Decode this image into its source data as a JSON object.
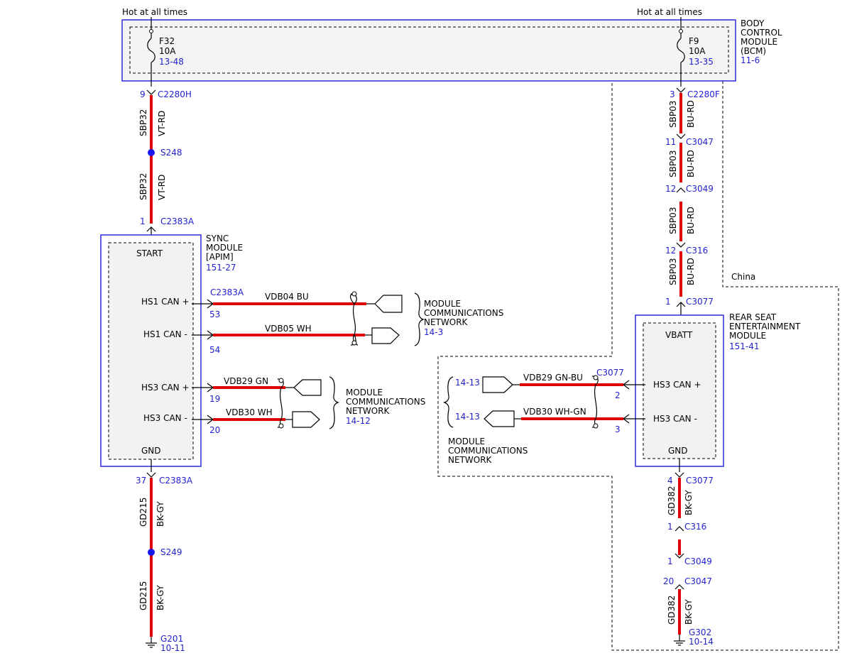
{
  "power": {
    "hot_left": "Hot at all times",
    "hot_right": "Hot at all times"
  },
  "bcm": {
    "label": [
      "BODY",
      "CONTROL",
      "MODULE",
      "(BCM)"
    ],
    "ref": "11-6",
    "fuse_left": {
      "name": "F32",
      "rating": "10A",
      "ref": "13-48"
    },
    "fuse_right": {
      "name": "F9",
      "rating": "10A",
      "ref": "13-35"
    }
  },
  "left_chain": {
    "c1_pin": "9",
    "c1_name": "C2280H",
    "w1_circuit": "SBP32",
    "w1_color": "VT-RD",
    "splice1": "S248",
    "w2_circuit": "SBP32",
    "w2_color": "VT-RD",
    "c2_pin": "1",
    "c2_name": "C2383A",
    "gnd_pin": "37",
    "gnd_conn": "C2383A",
    "w3_circuit": "GD215",
    "w3_color": "BK-GY",
    "splice2": "S249",
    "w4_circuit": "GD215",
    "w4_color": "BK-GY",
    "ground": "G201",
    "ground_ref": "10-11"
  },
  "sync": {
    "label": [
      "SYNC",
      "MODULE",
      "[APIM]"
    ],
    "ref": "151-27",
    "start": "START",
    "gnd": "GND",
    "connector": "C2383A",
    "hs1p": "HS1 CAN +",
    "hs1m": "HS1 CAN -",
    "hs3p": "HS3 CAN +",
    "hs3m": "HS3 CAN -",
    "pin53": "53",
    "pin54": "54",
    "pin19": "19",
    "pin20": "20",
    "w53": "VDB04  BU",
    "w54": "VDB05  WH",
    "w19": "VDB29  GN",
    "w20": "VDB30  WH"
  },
  "mcn1": {
    "label": [
      "MODULE",
      "COMMUNICATIONS",
      "NETWORK"
    ],
    "ref": "14-3"
  },
  "mcn2": {
    "label": [
      "MODULE",
      "COMMUNICATIONS",
      "NETWORK"
    ],
    "ref": "14-12"
  },
  "mcn3": {
    "label": [
      "MODULE",
      "COMMUNICATIONS",
      "NETWORK"
    ],
    "ref_top": "14-13",
    "ref_bot": "14-13"
  },
  "right_chain": {
    "c1_pin": "3",
    "c1_name": "C2280F",
    "w1_circuit": "SBP03",
    "w1_color": "BU-RD",
    "c2_pin": "11",
    "c2_name": "C3047",
    "w2_circuit": "SBP03",
    "w2_color": "BU-RD",
    "c3_pin": "12",
    "c3_name": "C3049",
    "w3_circuit": "SBP03",
    "w3_color": "BU-RD",
    "c4_pin": "12",
    "c4_name": "C316",
    "w4_circuit": "SBP03",
    "w4_color": "BU-RD",
    "c5_pin": "1",
    "c5_name": "C3077",
    "g1_pin": "4",
    "g1_name": "C3077",
    "w5_circuit": "GD382",
    "w5_color": "BK-GY",
    "g2_pin": "1",
    "g2_name": "C316",
    "g3_pin": "1",
    "g3_name": "C3049",
    "g4_pin": "20",
    "g4_name": "C3047",
    "w6_circuit": "GD382",
    "w6_color": "BK-GY",
    "ground": "G302",
    "ground_ref": "10-14"
  },
  "rse": {
    "label": [
      "REAR SEAT",
      "ENTERTAINMENT",
      "MODULE"
    ],
    "ref": "151-41",
    "vbatt": "VBATT",
    "gnd": "GND",
    "hs3p": "HS3 CAN +",
    "hs3m": "HS3 CAN -",
    "connector": "C3077",
    "pin2": "2",
    "pin3": "3",
    "w2": "VDB29   GN-BU",
    "w3": "VDB30   WH-GN"
  },
  "region": {
    "china": "China"
  }
}
